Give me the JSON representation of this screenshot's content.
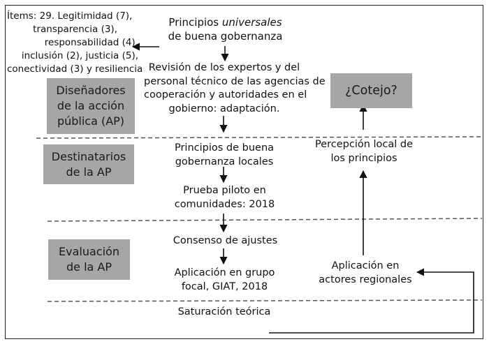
{
  "items": {
    "lines": [
      "Ítems: 29. Legitimidad (7),",
      "transparencia (3),",
      "responsabilidad (4),",
      "inclusión (2), justicia (5),",
      "conectividad (3) y resiliencia"
    ]
  },
  "principios": {
    "line1_pre": "Principios ",
    "line1_italic": "universales",
    "line2": "de buena gobernanza"
  },
  "revision": {
    "lines": [
      "Revisión de los expertos y del",
      "personal técnico de las agencias de",
      "cooperación y autoridades en el",
      "gobierno: adaptación."
    ]
  },
  "actors": {
    "disenadores": [
      "Diseñadores",
      "de la acción",
      "pública (AP)"
    ],
    "destinatarios": [
      "Destinatarios",
      "de la AP"
    ],
    "evaluacion": [
      "Evaluación",
      "de la AP"
    ]
  },
  "cotejo": "¿Cotejo?",
  "principios_locales": [
    "Principios de buena",
    "gobernanza locales"
  ],
  "percepcion": [
    "Percepción local de",
    "los principios"
  ],
  "prueba": [
    "Prueba piloto en",
    "comunidades: 2018"
  ],
  "consenso": "Consenso de ajustes",
  "aplicacion_grupo": [
    "Aplicación en grupo",
    "focal, GIAT, 2018"
  ],
  "aplicacion_actores": [
    "Aplicación en",
    "actores regionales"
  ],
  "saturacion": "Saturación teórica"
}
